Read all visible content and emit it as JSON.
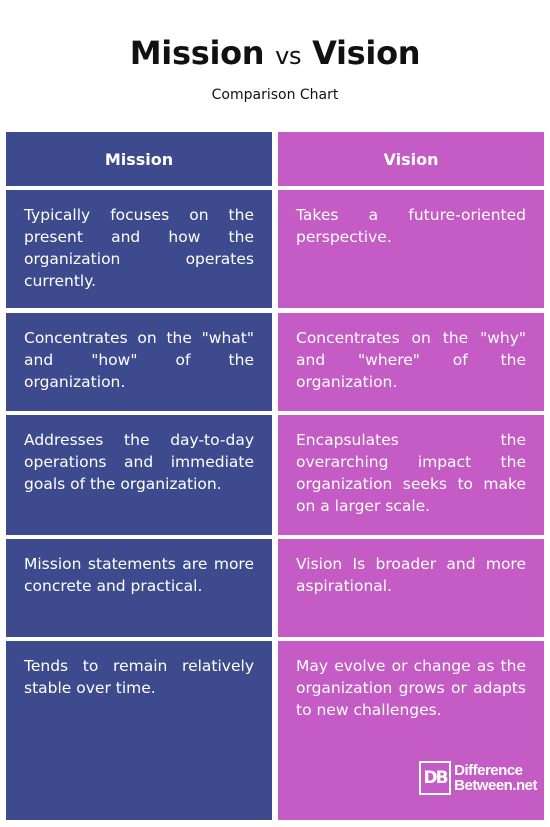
{
  "header": {
    "title_left": "Mission",
    "title_vs": "vs",
    "title_right": "Vision",
    "subtitle": "Comparison Chart"
  },
  "columns": [
    "Mission",
    "Vision"
  ],
  "rows": [
    {
      "mission": "Typically focuses on the present and how the organization operates currently.",
      "vision": "Takes a future-oriented perspective."
    },
    {
      "mission": "Concentrates on the \"what\" and \"how\" of the organization.",
      "vision": "Concentrates on the \"why\" and \"where\" of the organization."
    },
    {
      "mission": "Addresses the day-to-day operations and immediate goals of the organization.",
      "vision": "Encapsulates the overarching impact the organization seeks to make on a larger scale."
    },
    {
      "mission": "Mission statements are more concrete and practical.",
      "vision": "Vision Is broader and more aspirational."
    },
    {
      "mission": "Tends to remain relatively stable over time.",
      "vision": "May evolve or change as the organization grows or adapts to new challenges."
    }
  ],
  "logo": {
    "mark": "DB",
    "line1": "Difference",
    "line2": "Between.net"
  },
  "colors": {
    "mission": "#3d4b8e",
    "vision": "#c55bc4"
  }
}
